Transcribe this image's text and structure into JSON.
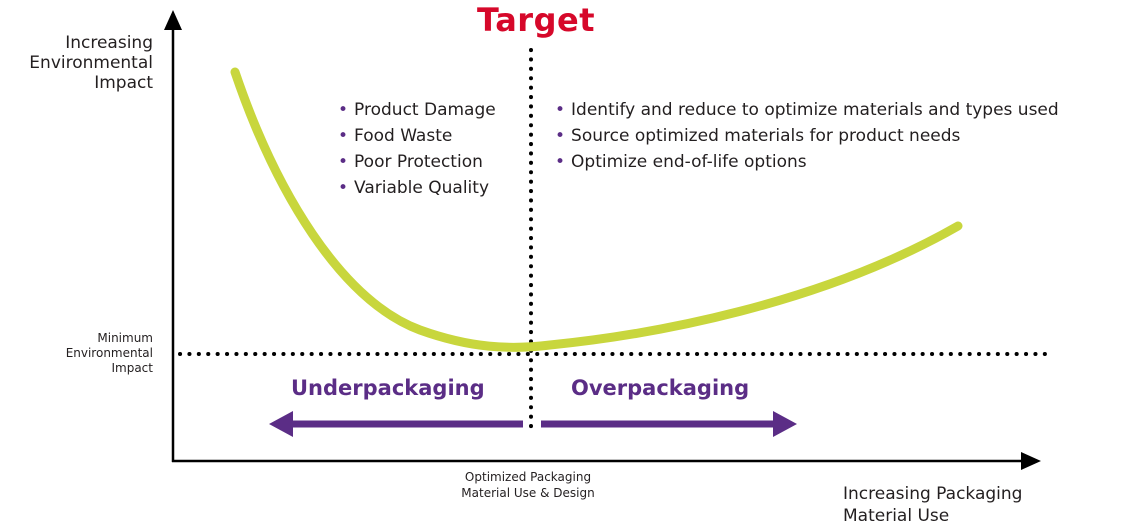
{
  "title": "Target",
  "axes": {
    "y_label_lines": [
      "Increasing",
      "Environmental",
      "Impact"
    ],
    "x_label_lines": [
      "Increasing Packaging",
      "Material Use"
    ],
    "minimum_label_lines": [
      "Minimum",
      "Environmental",
      "Impact"
    ],
    "optimized_label_lines": [
      "Optimized Packaging",
      "Material Use & Design"
    ]
  },
  "left_bullets": [
    "Product Damage",
    "Food Waste",
    "Poor Protection",
    "Variable Quality"
  ],
  "right_bullets": [
    "Identify and reduce to optimize materials and types used",
    "Source optimized materials for product needs",
    "Optimize end-of-life options"
  ],
  "arrows": {
    "left_label": "Underpackaging",
    "right_label": "Overpackaging"
  },
  "colors": {
    "curve": "#c8d63d",
    "arrow": "#5b2d86",
    "title": "#d6082a",
    "axis": "#000000",
    "text": "#231f20"
  }
}
